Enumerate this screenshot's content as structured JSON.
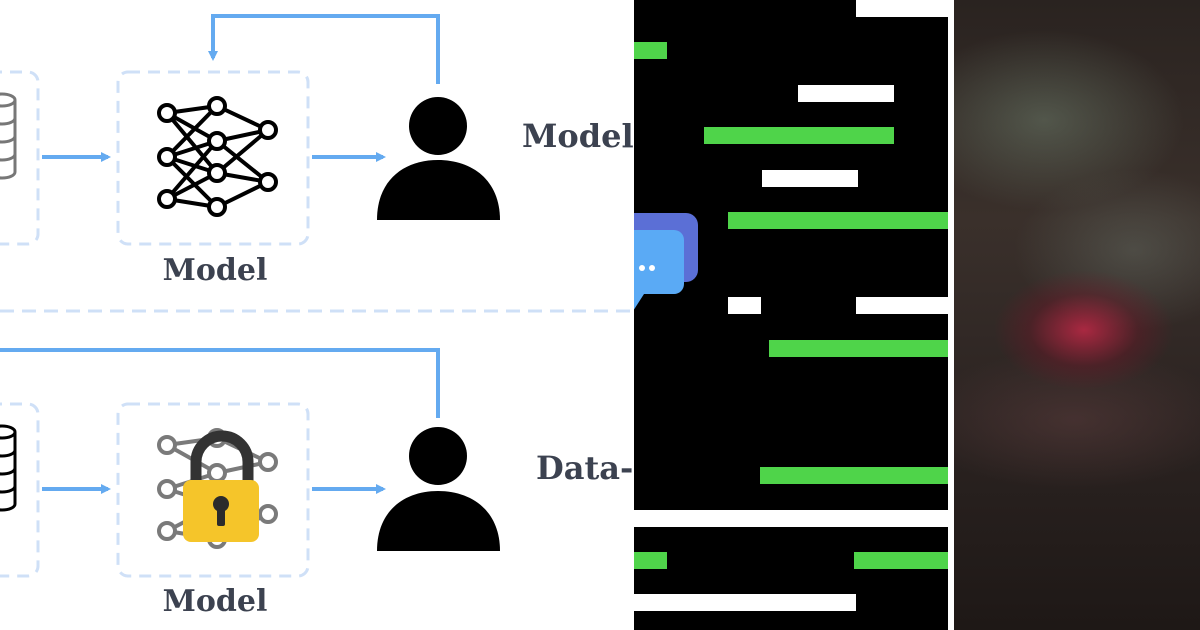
{
  "diagram": {
    "top": {
      "box_label": "Model",
      "side_label": "Model"
    },
    "bottom": {
      "box_label": "Model",
      "side_label": "Data-"
    }
  },
  "colors": {
    "arrow": "#64aaf0",
    "dashed": "#cfe0f7",
    "text": "#3c4250",
    "green": "#4fd44a",
    "lock_body": "#f5c52a",
    "lock_shackle": "#333333",
    "chat_front": "#5aaaf5",
    "chat_back": "#5b6fd6"
  },
  "icons": [
    "database-icon",
    "neural-network-icon",
    "user-icon",
    "padlock-icon",
    "chat-bubble-icon"
  ]
}
